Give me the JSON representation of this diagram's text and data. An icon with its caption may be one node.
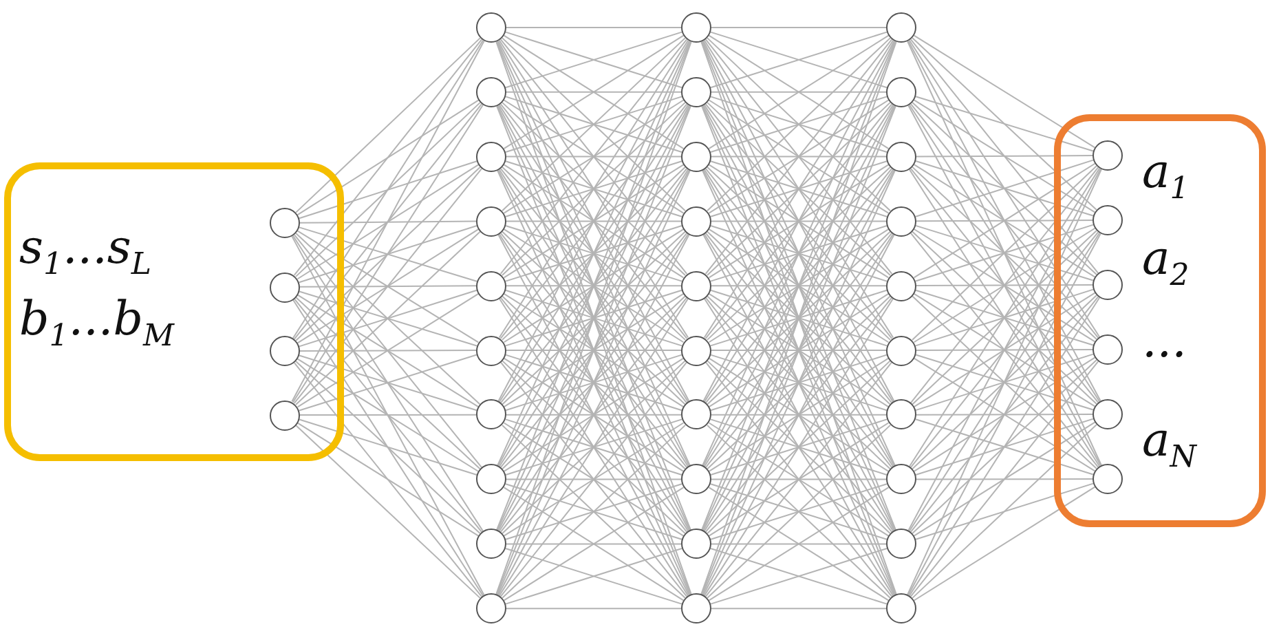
{
  "diagram": {
    "nodes": [
      {
        "text": [
          "s$_{1}$...s$_{L}$",
          "b$_{1}$...b$_{M}$"
        ]
      },
      {
        "text": [],
        "shape": "circle",
        "in": 0
      },
      {
        "text": [],
        "shape": "circle",
        "in": 0
      },
      {
        "text": [],
        "shape": "circle",
        "in": 0
      },
      {
        "text": [],
        "shape": "circle",
        "in": 0
      },
      {
        "text": [],
        "shape": "circle"
      },
      {
        "text": [],
        "shape": "circle"
      },
      {
        "text": [],
        "shape": "circle"
      },
      {
        "text": [],
        "shape": "circle"
      },
      {
        "text": [],
        "shape": "circle"
      },
      {
        "text": [],
        "shape": "circle"
      },
      {
        "text": [],
        "shape": "circle"
      },
      {
        "text": [],
        "shape": "circle"
      },
      {
        "text": [],
        "shape": "circle"
      },
      {
        "text": [],
        "shape": "circle"
      },
      {
        "text": [],
        "shape": "circle"
      },
      {
        "text": [],
        "shape": "circle"
      },
      {
        "text": [],
        "shape": "circle"
      },
      {
        "text": [],
        "shape": "circle"
      },
      {
        "text": [],
        "shape": "circle"
      },
      {
        "text": [],
        "shape": "circle"
      },
      {
        "text": [],
        "shape": "circle"
      },
      {
        "text": [],
        "shape": "circle"
      },
      {
        "text": [],
        "shape": "circle"
      },
      {
        "text": [],
        "shape": "circle"
      },
      {
        "text": [],
        "shape": "circle"
      },
      {
        "text": [],
        "shape": "circle"
      },
      {
        "text": [],
        "shape": "circle"
      },
      {
        "text": [],
        "shape": "circle"
      },
      {
        "text": [],
        "shape": "circle"
      },
      {
        "text": [],
        "shape": "circle"
      },
      {
        "text": [],
        "shape": "circle"
      },
      {
        "text": [],
        "shape": "circle"
      },
      {
        "text": [],
        "shape": "circle"
      },
      {
        "text": [],
        "shape": "circle"
      },
      {
        "text": [
          "a$_{1}$",
          "a$_{2}$",
          "...",
          "a$_{N}$"
        ]
      },
      {
        "text": [],
        "shape": "circle",
        "in": 35
      },
      {
        "text": [],
        "shape": "circle",
        "in": 35
      },
      {
        "text": [],
        "shape": "circle",
        "in": 35
      },
      {
        "text": [],
        "shape": "circle",
        "in": 35
      },
      {
        "text": [],
        "shape": "circle",
        "in": 35
      },
      {
        "text": [],
        "shape": "circle",
        "in": 35
      }
    ],
    "edges": [
      {
        "from": 1,
        "to": 5,
        "arrow": "none"
      },
      {
        "from": 1,
        "to": 6,
        "arrow": "none"
      },
      {
        "from": 1,
        "to": 7,
        "arrow": "none"
      },
      {
        "from": 1,
        "to": 8,
        "arrow": "none"
      },
      {
        "from": 1,
        "to": 9,
        "arrow": "none"
      },
      {
        "from": 1,
        "to": 10,
        "arrow": "none"
      },
      {
        "from": 1,
        "to": 11,
        "arrow": "none"
      },
      {
        "from": 1,
        "to": 12,
        "arrow": "none"
      },
      {
        "from": 1,
        "to": 13,
        "arrow": "none"
      },
      {
        "from": 1,
        "to": 14,
        "arrow": "none"
      },
      {
        "from": 2,
        "to": 5,
        "arrow": "none"
      },
      {
        "from": 2,
        "to": 6,
        "arrow": "none"
      },
      {
        "from": 2,
        "to": 7,
        "arrow": "none"
      },
      {
        "from": 2,
        "to": 8,
        "arrow": "none"
      },
      {
        "from": 2,
        "to": 9,
        "arrow": "none"
      },
      {
        "from": 2,
        "to": 10,
        "arrow": "none"
      },
      {
        "from": 2,
        "to": 11,
        "arrow": "none"
      },
      {
        "from": 2,
        "to": 12,
        "arrow": "none"
      },
      {
        "from": 2,
        "to": 13,
        "arrow": "none"
      },
      {
        "from": 2,
        "to": 14,
        "arrow": "none"
      },
      {
        "from": 3,
        "to": 5,
        "arrow": "none"
      },
      {
        "from": 3,
        "to": 6,
        "arrow": "none"
      },
      {
        "from": 3,
        "to": 7,
        "arrow": "none"
      },
      {
        "from": 3,
        "to": 8,
        "arrow": "none"
      },
      {
        "from": 3,
        "to": 9,
        "arrow": "none"
      },
      {
        "from": 3,
        "to": 10,
        "arrow": "none"
      },
      {
        "from": 3,
        "to": 11,
        "arrow": "none"
      },
      {
        "from": 3,
        "to": 12,
        "arrow": "none"
      },
      {
        "from": 3,
        "to": 13,
        "arrow": "none"
      },
      {
        "from": 3,
        "to": 14,
        "arrow": "none"
      },
      {
        "from": 4,
        "to": 5,
        "arrow": "none"
      },
      {
        "from": 4,
        "to": 6,
        "arrow": "none"
      },
      {
        "from": 4,
        "to": 7,
        "arrow": "none"
      },
      {
        "from": 4,
        "to": 8,
        "arrow": "none"
      },
      {
        "from": 4,
        "to": 9,
        "arrow": "none"
      },
      {
        "from": 4,
        "to": 10,
        "arrow": "none"
      },
      {
        "from": 4,
        "to": 11,
        "arrow": "none"
      },
      {
        "from": 4,
        "to": 12,
        "arrow": "none"
      },
      {
        "from": 4,
        "to": 13,
        "arrow": "none"
      },
      {
        "from": 4,
        "to": 14,
        "arrow": "none"
      },
      {
        "from": 5,
        "to": 15,
        "arrow": "none"
      },
      {
        "from": 5,
        "to": 16,
        "arrow": "none"
      },
      {
        "from": 5,
        "to": 17,
        "arrow": "none"
      },
      {
        "from": 5,
        "to": 18,
        "arrow": "none"
      },
      {
        "from": 5,
        "to": 19,
        "arrow": "none"
      },
      {
        "from": 5,
        "to": 20,
        "arrow": "none"
      },
      {
        "from": 5,
        "to": 21,
        "arrow": "none"
      },
      {
        "from": 5,
        "to": 22,
        "arrow": "none"
      },
      {
        "from": 5,
        "to": 23,
        "arrow": "none"
      },
      {
        "from": 5,
        "to": 24,
        "arrow": "none"
      },
      {
        "from": 6,
        "to": 15,
        "arrow": "none"
      },
      {
        "from": 6,
        "to": 16,
        "arrow": "none"
      },
      {
        "from": 6,
        "to": 17,
        "arrow": "none"
      },
      {
        "from": 6,
        "to": 18,
        "arrow": "none"
      },
      {
        "from": 6,
        "to": 19,
        "arrow": "none"
      },
      {
        "from": 6,
        "to": 20,
        "arrow": "none"
      },
      {
        "from": 6,
        "to": 21,
        "arrow": "none"
      },
      {
        "from": 6,
        "to": 22,
        "arrow": "none"
      },
      {
        "from": 6,
        "to": 23,
        "arrow": "none"
      },
      {
        "from": 6,
        "to": 24,
        "arrow": "none"
      },
      {
        "from": 7,
        "to": 15,
        "arrow": "none"
      },
      {
        "from": 7,
        "to": 16,
        "arrow": "none"
      },
      {
        "from": 7,
        "to": 17,
        "arrow": "none"
      },
      {
        "from": 7,
        "to": 18,
        "arrow": "none"
      },
      {
        "from": 7,
        "to": 19,
        "arrow": "none"
      },
      {
        "from": 7,
        "to": 20,
        "arrow": "none"
      },
      {
        "from": 7,
        "to": 21,
        "arrow": "none"
      },
      {
        "from": 7,
        "to": 22,
        "arrow": "none"
      },
      {
        "from": 7,
        "to": 23,
        "arrow": "none"
      },
      {
        "from": 7,
        "to": 24,
        "arrow": "none"
      },
      {
        "from": 8,
        "to": 15,
        "arrow": "none"
      },
      {
        "from": 8,
        "to": 16,
        "arrow": "none"
      },
      {
        "from": 8,
        "to": 17,
        "arrow": "none"
      },
      {
        "from": 8,
        "to": 18,
        "arrow": "none"
      },
      {
        "from": 8,
        "to": 19,
        "arrow": "none"
      },
      {
        "from": 8,
        "to": 20,
        "arrow": "none"
      },
      {
        "from": 8,
        "to": 21,
        "arrow": "none"
      },
      {
        "from": 8,
        "to": 22,
        "arrow": "none"
      },
      {
        "from": 8,
        "to": 23,
        "arrow": "none"
      },
      {
        "from": 8,
        "to": 24,
        "arrow": "none"
      },
      {
        "from": 9,
        "to": 15,
        "arrow": "none"
      },
      {
        "from": 9,
        "to": 16,
        "arrow": "none"
      },
      {
        "from": 9,
        "to": 17,
        "arrow": "none"
      },
      {
        "from": 9,
        "to": 18,
        "arrow": "none"
      },
      {
        "from": 9,
        "to": 19,
        "arrow": "none"
      },
      {
        "from": 9,
        "to": 20,
        "arrow": "none"
      },
      {
        "from": 9,
        "to": 21,
        "arrow": "none"
      },
      {
        "from": 9,
        "to": 22,
        "arrow": "none"
      },
      {
        "from": 9,
        "to": 23,
        "arrow": "none"
      },
      {
        "from": 9,
        "to": 24,
        "arrow": "none"
      },
      {
        "from": 10,
        "to": 15,
        "arrow": "none"
      },
      {
        "from": 10,
        "to": 16,
        "arrow": "none"
      },
      {
        "from": 10,
        "to": 17,
        "arrow": "none"
      },
      {
        "from": 10,
        "to": 18,
        "arrow": "none"
      },
      {
        "from": 10,
        "to": 19,
        "arrow": "none"
      },
      {
        "from": 10,
        "to": 20,
        "arrow": "none"
      },
      {
        "from": 10,
        "to": 21,
        "arrow": "none"
      },
      {
        "from": 10,
        "to": 22,
        "arrow": "none"
      },
      {
        "from": 10,
        "to": 23,
        "arrow": "none"
      },
      {
        "from": 10,
        "to": 24,
        "arrow": "none"
      },
      {
        "from": 11,
        "to": 15,
        "arrow": "none"
      },
      {
        "from": 11,
        "to": 16,
        "arrow": "none"
      },
      {
        "from": 11,
        "to": 17,
        "arrow": "none"
      },
      {
        "from": 11,
        "to": 18,
        "arrow": "none"
      },
      {
        "from": 11,
        "to": 19,
        "arrow": "none"
      },
      {
        "from": 11,
        "to": 20,
        "arrow": "none"
      },
      {
        "from": 11,
        "to": 21,
        "arrow": "none"
      },
      {
        "from": 11,
        "to": 22,
        "arrow": "none"
      },
      {
        "from": 11,
        "to": 23,
        "arrow": "none"
      },
      {
        "from": 11,
        "to": 24,
        "arrow": "none"
      },
      {
        "from": 12,
        "to": 15,
        "arrow": "none"
      },
      {
        "from": 12,
        "to": 16,
        "arrow": "none"
      },
      {
        "from": 12,
        "to": 17,
        "arrow": "none"
      },
      {
        "from": 12,
        "to": 18,
        "arrow": "none"
      },
      {
        "from": 12,
        "to": 19,
        "arrow": "none"
      },
      {
        "from": 12,
        "to": 20,
        "arrow": "none"
      },
      {
        "from": 12,
        "to": 21,
        "arrow": "none"
      },
      {
        "from": 12,
        "to": 22,
        "arrow": "none"
      },
      {
        "from": 12,
        "to": 23,
        "arrow": "none"
      },
      {
        "from": 12,
        "to": 24,
        "arrow": "none"
      },
      {
        "from": 13,
        "to": 15,
        "arrow": "none"
      },
      {
        "from": 13,
        "to": 16,
        "arrow": "none"
      },
      {
        "from": 13,
        "to": 17,
        "arrow": "none"
      },
      {
        "from": 13,
        "to": 18,
        "arrow": "none"
      },
      {
        "from": 13,
        "to": 19,
        "arrow": "none"
      },
      {
        "from": 13,
        "to": 20,
        "arrow": "none"
      },
      {
        "from": 13,
        "to": 21,
        "arrow": "none"
      },
      {
        "from": 13,
        "to": 22,
        "arrow": "none"
      },
      {
        "from": 13,
        "to": 23,
        "arrow": "none"
      },
      {
        "from": 13,
        "to": 24,
        "arrow": "none"
      },
      {
        "from": 14,
        "to": 15,
        "arrow": "none"
      },
      {
        "from": 14,
        "to": 16,
        "arrow": "none"
      },
      {
        "from": 14,
        "to": 17,
        "arrow": "none"
      },
      {
        "from": 14,
        "to": 18,
        "arrow": "none"
      },
      {
        "from": 14,
        "to": 19,
        "arrow": "none"
      },
      {
        "from": 14,
        "to": 20,
        "arrow": "none"
      },
      {
        "from": 14,
        "to": 21,
        "arrow": "none"
      },
      {
        "from": 14,
        "to": 22,
        "arrow": "none"
      },
      {
        "from": 14,
        "to": 23,
        "arrow": "none"
      },
      {
        "from": 14,
        "to": 24,
        "arrow": "none"
      },
      {
        "from": 15,
        "to": 25,
        "arrow": "none"
      },
      {
        "from": 15,
        "to": 26,
        "arrow": "none"
      },
      {
        "from": 15,
        "to": 27,
        "arrow": "none"
      },
      {
        "from": 15,
        "to": 28,
        "arrow": "none"
      },
      {
        "from": 15,
        "to": 29,
        "arrow": "none"
      },
      {
        "from": 15,
        "to": 30,
        "arrow": "none"
      },
      {
        "from": 15,
        "to": 31,
        "arrow": "none"
      },
      {
        "from": 15,
        "to": 32,
        "arrow": "none"
      },
      {
        "from": 15,
        "to": 33,
        "arrow": "none"
      },
      {
        "from": 15,
        "to": 34,
        "arrow": "none"
      },
      {
        "from": 16,
        "to": 25,
        "arrow": "none"
      },
      {
        "from": 16,
        "to": 26,
        "arrow": "none"
      },
      {
        "from": 16,
        "to": 27,
        "arrow": "none"
      },
      {
        "from": 16,
        "to": 28,
        "arrow": "none"
      },
      {
        "from": 16,
        "to": 29,
        "arrow": "none"
      },
      {
        "from": 16,
        "to": 30,
        "arrow": "none"
      },
      {
        "from": 16,
        "to": 31,
        "arrow": "none"
      },
      {
        "from": 16,
        "to": 32,
        "arrow": "none"
      },
      {
        "from": 16,
        "to": 33,
        "arrow": "none"
      },
      {
        "from": 16,
        "to": 34,
        "arrow": "none"
      },
      {
        "from": 17,
        "to": 25,
        "arrow": "none"
      },
      {
        "from": 17,
        "to": 26,
        "arrow": "none"
      },
      {
        "from": 17,
        "to": 27,
        "arrow": "none"
      },
      {
        "from": 17,
        "to": 28,
        "arrow": "none"
      },
      {
        "from": 17,
        "to": 29,
        "arrow": "none"
      },
      {
        "from": 17,
        "to": 30,
        "arrow": "none"
      },
      {
        "from": 17,
        "to": 31,
        "arrow": "none"
      },
      {
        "from": 17,
        "to": 32,
        "arrow": "none"
      },
      {
        "from": 17,
        "to": 33,
        "arrow": "none"
      },
      {
        "from": 17,
        "to": 34,
        "arrow": "none"
      },
      {
        "from": 18,
        "to": 25,
        "arrow": "none"
      },
      {
        "from": 18,
        "to": 26,
        "arrow": "none"
      },
      {
        "from": 18,
        "to": 27,
        "arrow": "none"
      },
      {
        "from": 18,
        "to": 28,
        "arrow": "none"
      },
      {
        "from": 18,
        "to": 29,
        "arrow": "none"
      },
      {
        "from": 18,
        "to": 30,
        "arrow": "none"
      },
      {
        "from": 18,
        "to": 31,
        "arrow": "none"
      },
      {
        "from": 18,
        "to": 32,
        "arrow": "none"
      },
      {
        "from": 18,
        "to": 33,
        "arrow": "none"
      },
      {
        "from": 18,
        "to": 34,
        "arrow": "none"
      },
      {
        "from": 19,
        "to": 25,
        "arrow": "none"
      },
      {
        "from": 19,
        "to": 26,
        "arrow": "none"
      },
      {
        "from": 19,
        "to": 27,
        "arrow": "none"
      },
      {
        "from": 19,
        "to": 28,
        "arrow": "none"
      },
      {
        "from": 19,
        "to": 29,
        "arrow": "none"
      },
      {
        "from": 19,
        "to": 30,
        "arrow": "none"
      },
      {
        "from": 19,
        "to": 31,
        "arrow": "none"
      },
      {
        "from": 19,
        "to": 32,
        "arrow": "none"
      },
      {
        "from": 19,
        "to": 33,
        "arrow": "none"
      },
      {
        "from": 19,
        "to": 34,
        "arrow": "none"
      },
      {
        "from": 20,
        "to": 25,
        "arrow": "none"
      },
      {
        "from": 20,
        "to": 26,
        "arrow": "none"
      },
      {
        "from": 20,
        "to": 27,
        "arrow": "none"
      },
      {
        "from": 20,
        "to": 28,
        "arrow": "none"
      },
      {
        "from": 20,
        "to": 29,
        "arrow": "none"
      },
      {
        "from": 20,
        "to": 30,
        "arrow": "none"
      },
      {
        "from": 20,
        "to": 31,
        "arrow": "none"
      },
      {
        "from": 20,
        "to": 32,
        "arrow": "none"
      },
      {
        "from": 20,
        "to": 33,
        "arrow": "none"
      },
      {
        "from": 20,
        "to": 34,
        "arrow": "none"
      },
      {
        "from": 21,
        "to": 25,
        "arrow": "none"
      },
      {
        "from": 21,
        "to": 26,
        "arrow": "none"
      },
      {
        "from": 21,
        "to": 27,
        "arrow": "none"
      },
      {
        "from": 21,
        "to": 28,
        "arrow": "none"
      },
      {
        "from": 21,
        "to": 29,
        "arrow": "none"
      },
      {
        "from": 21,
        "to": 30,
        "arrow": "none"
      },
      {
        "from": 21,
        "to": 31,
        "arrow": "none"
      },
      {
        "from": 21,
        "to": 32,
        "arrow": "none"
      },
      {
        "from": 21,
        "to": 33,
        "arrow": "none"
      },
      {
        "from": 21,
        "to": 34,
        "arrow": "none"
      },
      {
        "from": 22,
        "to": 25,
        "arrow": "none"
      },
      {
        "from": 22,
        "to": 26,
        "arrow": "none"
      },
      {
        "from": 22,
        "to": 27,
        "arrow": "none"
      },
      {
        "from": 22,
        "to": 28,
        "arrow": "none"
      },
      {
        "from": 22,
        "to": 29,
        "arrow": "none"
      },
      {
        "from": 22,
        "to": 30,
        "arrow": "none"
      },
      {
        "from": 22,
        "to": 31,
        "arrow": "none"
      },
      {
        "from": 22,
        "to": 32,
        "arrow": "none"
      },
      {
        "from": 22,
        "to": 33,
        "arrow": "none"
      },
      {
        "from": 22,
        "to": 34,
        "arrow": "none"
      },
      {
        "from": 23,
        "to": 25,
        "arrow": "none"
      },
      {
        "from": 23,
        "to": 26,
        "arrow": "none"
      },
      {
        "from": 23,
        "to": 27,
        "arrow": "none"
      },
      {
        "from": 23,
        "to": 28,
        "arrow": "none"
      },
      {
        "from": 23,
        "to": 29,
        "arrow": "none"
      },
      {
        "from": 23,
        "to": 30,
        "arrow": "none"
      },
      {
        "from": 23,
        "to": 31,
        "arrow": "none"
      },
      {
        "from": 23,
        "to": 32,
        "arrow": "none"
      },
      {
        "from": 23,
        "to": 33,
        "arrow": "none"
      },
      {
        "from": 23,
        "to": 34,
        "arrow": "none"
      },
      {
        "from": 24,
        "to": 25,
        "arrow": "none"
      },
      {
        "from": 24,
        "to": 26,
        "arrow": "none"
      },
      {
        "from": 24,
        "to": 27,
        "arrow": "none"
      },
      {
        "from": 24,
        "to": 28,
        "arrow": "none"
      },
      {
        "from": 24,
        "to": 29,
        "arrow": "none"
      },
      {
        "from": 24,
        "to": 30,
        "arrow": "none"
      },
      {
        "from": 24,
        "to": 31,
        "arrow": "none"
      },
      {
        "from": 24,
        "to": 32,
        "arrow": "none"
      },
      {
        "from": 24,
        "to": 33,
        "arrow": "none"
      },
      {
        "from": 24,
        "to": 34,
        "arrow": "none"
      },
      {
        "from": 25,
        "to": 36,
        "arrow": "none"
      },
      {
        "from": 25,
        "to": 37,
        "arrow": "none"
      },
      {
        "from": 25,
        "to": 38,
        "arrow": "none"
      },
      {
        "from": 25,
        "to": 39,
        "arrow": "none"
      },
      {
        "from": 25,
        "to": 40,
        "arrow": "none"
      },
      {
        "from": 25,
        "to": 41,
        "arrow": "none"
      },
      {
        "from": 26,
        "to": 36,
        "arrow": "none"
      },
      {
        "from": 26,
        "to": 37,
        "arrow": "none"
      },
      {
        "from": 26,
        "to": 38,
        "arrow": "none"
      },
      {
        "from": 26,
        "to": 39,
        "arrow": "none"
      },
      {
        "from": 26,
        "to": 40,
        "arrow": "none"
      },
      {
        "from": 26,
        "to": 41,
        "arrow": "none"
      },
      {
        "from": 27,
        "to": 36,
        "arrow": "none"
      },
      {
        "from": 27,
        "to": 37,
        "arrow": "none"
      },
      {
        "from": 27,
        "to": 38,
        "arrow": "none"
      },
      {
        "from": 27,
        "to": 39,
        "arrow": "none"
      },
      {
        "from": 27,
        "to": 40,
        "arrow": "none"
      },
      {
        "from": 27,
        "to": 41,
        "arrow": "none"
      },
      {
        "from": 28,
        "to": 36,
        "arrow": "none"
      },
      {
        "from": 28,
        "to": 37,
        "arrow": "none"
      },
      {
        "from": 28,
        "to": 38,
        "arrow": "none"
      },
      {
        "from": 28,
        "to": 39,
        "arrow": "none"
      },
      {
        "from": 28,
        "to": 40,
        "arrow": "none"
      },
      {
        "from": 28,
        "to": 41,
        "arrow": "none"
      },
      {
        "from": 29,
        "to": 36,
        "arrow": "none"
      },
      {
        "from": 29,
        "to": 37,
        "arrow": "none"
      },
      {
        "from": 29,
        "to": 38,
        "arrow": "none"
      },
      {
        "from": 29,
        "to": 39,
        "arrow": "none"
      },
      {
        "from": 29,
        "to": 40,
        "arrow": "none"
      },
      {
        "from": 29,
        "to": 41,
        "arrow": "none"
      },
      {
        "from": 30,
        "to": 36,
        "arrow": "none"
      },
      {
        "from": 30,
        "to": 37,
        "arrow": "none"
      },
      {
        "from": 30,
        "to": 38,
        "arrow": "none"
      },
      {
        "from": 30,
        "to": 39,
        "arrow": "none"
      },
      {
        "from": 30,
        "to": 40,
        "arrow": "none"
      },
      {
        "from": 30,
        "to": 41,
        "arrow": "none"
      },
      {
        "from": 31,
        "to": 36,
        "arrow": "none"
      },
      {
        "from": 31,
        "to": 37,
        "arrow": "none"
      },
      {
        "from": 31,
        "to": 38,
        "arrow": "none"
      },
      {
        "from": 31,
        "to": 39,
        "arrow": "none"
      },
      {
        "from": 31,
        "to": 40,
        "arrow": "none"
      },
      {
        "from": 31,
        "to": 41,
        "arrow": "none"
      },
      {
        "from": 32,
        "to": 36,
        "arrow": "none"
      },
      {
        "from": 32,
        "to": 37,
        "arrow": "none"
      },
      {
        "from": 32,
        "to": 38,
        "arrow": "none"
      },
      {
        "from": 32,
        "to": 39,
        "arrow": "none"
      },
      {
        "from": 32,
        "to": 40,
        "arrow": "none"
      },
      {
        "from": 32,
        "to": 41,
        "arrow": "none"
      },
      {
        "from": 33,
        "to": 36,
        "arrow": "none"
      },
      {
        "from": 33,
        "to": 37,
        "arrow": "none"
      },
      {
        "from": 33,
        "to": 38,
        "arrow": "none"
      },
      {
        "from": 33,
        "to": 39,
        "arrow": "none"
      },
      {
        "from": 33,
        "to": 40,
        "arrow": "none"
      },
      {
        "from": 33,
        "to": 41,
        "arrow": "none"
      },
      {
        "from": 34,
        "to": 36,
        "arrow": "none"
      },
      {
        "from": 34,
        "to": 37,
        "arrow": "none"
      },
      {
        "from": 34,
        "to": 38,
        "arrow": "none"
      },
      {
        "from": 34,
        "to": 39,
        "arrow": "none"
      },
      {
        "from": 34,
        "to": 40,
        "arrow": "none"
      },
      {
        "from": 34,
        "to": 41,
        "arrow": "none"
      }
    ]
  }
}
